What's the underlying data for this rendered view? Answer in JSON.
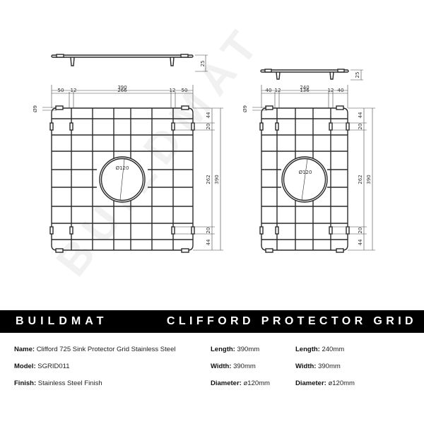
{
  "drawing": {
    "watermark": "BUILDMAT",
    "left_grid": {
      "side_view_height": "25",
      "overall_width": "390",
      "segments": [
        "50",
        "12",
        "266",
        "12",
        "50"
      ],
      "foot_diameter": "Ø9",
      "hole_diameter": "Ø120",
      "right_dims": {
        "top_offset": "44",
        "foot_len": "20",
        "inner": "262",
        "overall": "390",
        "bottom_foot": "20",
        "bottom_offset": "44"
      }
    },
    "right_grid": {
      "side_view_height": "25",
      "overall_width": "240",
      "segments": [
        "40",
        "12",
        "136",
        "12",
        "40"
      ],
      "foot_diameter": "Ø9",
      "hole_diameter": "Ø120",
      "right_dims": {
        "top_offset": "44",
        "foot_len": "20",
        "inner": "262",
        "overall": "390",
        "bottom_foot": "20",
        "bottom_offset": "44"
      }
    }
  },
  "banner": {
    "brand": "BUILDMAT",
    "title": "CLIFFORD PROTECTOR GRID"
  },
  "specs": {
    "name_label": "Name:",
    "name_value": "Clifford 725 Sink Protector Grid Stainless Steel",
    "model_label": "Model:",
    "model_value": "SGRID011",
    "finish_label": "Finish:",
    "finish_value": "Stainless Steel Finish",
    "col1": {
      "length_label": "Length:",
      "length_value": "390mm",
      "width_label": "Width:",
      "width_value": "390mm",
      "diameter_label": "Diameter:",
      "diameter_value": "ø120mm"
    },
    "col2": {
      "length_label": "Length:",
      "length_value": "240mm",
      "width_label": "Width:",
      "width_value": "390mm",
      "diameter_label": "Diameter:",
      "diameter_value": "ø120mm"
    }
  },
  "colors": {
    "band": "#000000",
    "band_text": "#ffffff",
    "line": "#2a2a2a"
  }
}
